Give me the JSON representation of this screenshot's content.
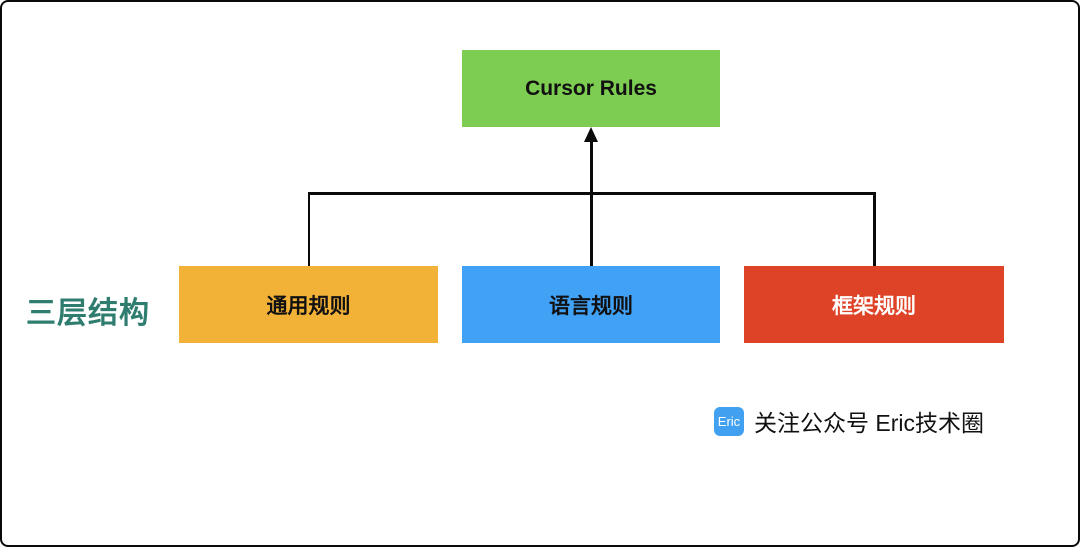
{
  "diagram": {
    "root": {
      "label": "Cursor Rules",
      "color": "#7CCD51",
      "text_color": "#111111"
    },
    "row_label": {
      "text": "三层结构",
      "color": "#2E7D6E"
    },
    "children": [
      {
        "label": "通用规则",
        "color": "#F2B137",
        "text_color": "#111111"
      },
      {
        "label": "语言规则",
        "color": "#41A1F5",
        "text_color": "#111111"
      },
      {
        "label": "框架规则",
        "color": "#DE4327",
        "text_color": "#FFFFFF"
      }
    ],
    "connector_color": "#0A0A0A"
  },
  "watermark": {
    "badge": "Eric",
    "badge_color": "#41A1F0",
    "text": "关注公众号 Eric技术圈"
  }
}
